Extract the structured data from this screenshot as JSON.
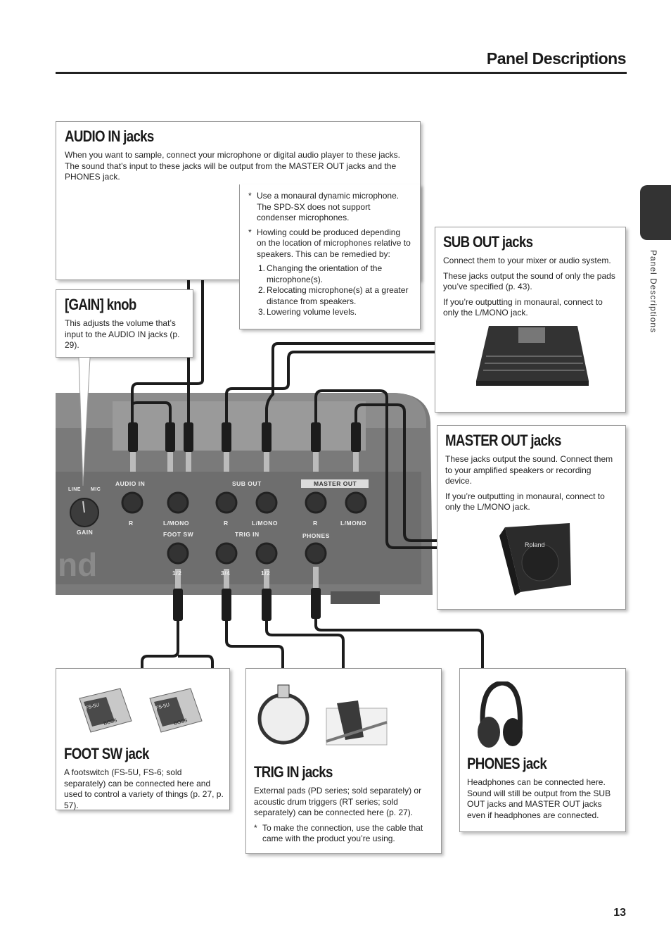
{
  "header": {
    "title": "Panel Descriptions",
    "side_label": "Panel Descriptions",
    "page_number": "13"
  },
  "audio_in": {
    "heading": "AUDIO IN jacks",
    "desc": "When you want to sample, connect your microphone or digital audio player to these jacks. The sound that’s input to these jacks will be output from the MASTER OUT jacks and the PHONES jack.",
    "note1": "Use a monaural dynamic microphone. The SPD-SX does not support condenser microphones.",
    "note2": "Howling could be produced depending on the location of microphones relative to speakers. This can be remedied by:",
    "steps": [
      {
        "num": "1.",
        "text": "Changing the orientation of the microphone(s)."
      },
      {
        "num": "2.",
        "text": "Relocating microphone(s) at a greater distance from speakers."
      },
      {
        "num": "3.",
        "text": "Lowering volume levels."
      }
    ]
  },
  "gain": {
    "heading": "[GAIN] knob",
    "desc": "This adjusts the volume that’s input to the AUDIO IN jacks (p. 29)."
  },
  "sub_out": {
    "heading": "SUB OUT jacks",
    "p1": "Connect them to your mixer or audio system.",
    "p2": "These jacks output the sound of only the pads you’ve specified (p. 43).",
    "p3": "If you’re outputting in monaural, connect to only the L/MONO jack."
  },
  "master_out": {
    "heading": "MASTER OUT jacks",
    "p1": "These jacks output the sound. Connect them to your amplified speakers or recording device.",
    "p2": "If you’re outputting in monaural, connect to only the L/MONO jack."
  },
  "foot_sw": {
    "heading": "FOOT SW jack",
    "desc": "A footswitch (FS-5U, FS-6; sold separately) can be connected here and used to control a variety of things (p. 27, p. 57)."
  },
  "trig_in": {
    "heading": "TRIG IN jacks",
    "desc": "External pads (PD series; sold separately) or acoustic drum triggers (RT series; sold separately) can be connected here (p. 27).",
    "note": "To make the connection, use the cable that came with the product you’re using."
  },
  "phones": {
    "heading": "PHONES jack",
    "desc": "Headphones can be connected here. Sound will still be output from the SUB OUT jacks and MASTER OUT jacks even if headphones are connected."
  },
  "panel": {
    "audio_in_label": "AUDIO IN",
    "sub_out_label": "SUB OUT",
    "master_out_label": "MASTER OUT",
    "line_label": "LINE",
    "mic_label": "MIC",
    "gain_label": "GAIN",
    "foot_sw_label": "FOOT SW",
    "trig_in_label": "TRIG IN",
    "phones_label": "PHONES",
    "r": "R",
    "l_mono": "L/MONO",
    "n12": "1/2",
    "n34": "3/4",
    "brand_fragment": "nd"
  },
  "device_labels": {
    "roland": "Roland",
    "fs5u": "FS-5U",
    "boss": "BOSS"
  }
}
